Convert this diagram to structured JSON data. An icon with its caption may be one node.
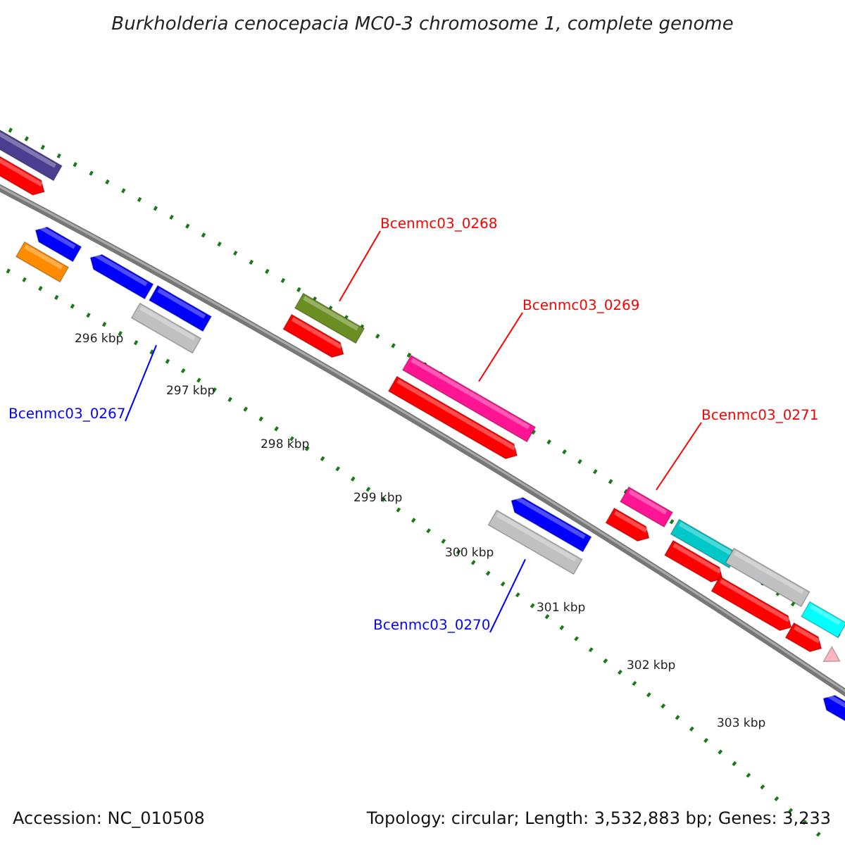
{
  "diagram": {
    "title": "Burkholderia cenocepacia MC0-3 chromosome 1, complete genome",
    "nodes": [
      {
        "text": [
          "Bcenmc03_0268"
        ]
      },
      {
        "text": [],
        "shape": "bar"
      },
      {
        "text": [
          "Bcenmc03_0269"
        ]
      },
      {
        "text": [],
        "shape": "bar"
      },
      {
        "text": [
          "Bcenmc03_0271"
        ]
      },
      {
        "text": [],
        "shape": "bar"
      },
      {
        "text": [
          "Bcenmc03_0267"
        ]
      },
      {
        "text": [],
        "shape": "bar"
      },
      {
        "text": [
          "Bcenmc03_0270"
        ]
      },
      {
        "text": [],
        "shape": "bar"
      },
      {
        "text": [],
        "shape": "bar"
      },
      {
        "text": [],
        "shape": "arrow"
      },
      {
        "text": [],
        "shape": "bar"
      },
      {
        "text": [],
        "shape": "arrow"
      },
      {
        "text": [],
        "shape": "arrow"
      },
      {
        "text": [],
        "shape": "bar"
      },
      {
        "text": [],
        "shape": "arrow"
      },
      {
        "text": [],
        "shape": "arrow"
      },
      {
        "text": [],
        "shape": "arrow"
      },
      {
        "text": [],
        "shape": "arrow"
      },
      {
        "text": [],
        "shape": "arrow"
      },
      {
        "text": [],
        "shape": "bar"
      },
      {
        "text": [],
        "shape": "arrow"
      },
      {
        "text": [],
        "shape": "bar"
      },
      {
        "text": [],
        "shape": "arrow"
      },
      {
        "text": [],
        "shape": "bar"
      },
      {
        "text": [],
        "shape": "triangle"
      },
      {
        "text": [],
        "shape": "arrow"
      }
    ],
    "edges": [
      {
        "from": 0,
        "to": 1,
        "arrow": "none"
      },
      {
        "from": 2,
        "to": 3,
        "arrow": "none"
      },
      {
        "from": 4,
        "to": 5,
        "arrow": "none"
      },
      {
        "from": 6,
        "to": 7,
        "arrow": "none",
        "color": "#0000ff"
      },
      {
        "from": 8,
        "to": 9,
        "arrow": "none",
        "color": "#0000ff"
      }
    ],
    "labels": [
      "296 kbp",
      "297 kbp",
      "298 kbp",
      "299 kbp",
      "300 kbp",
      "301 kbp",
      "302 kbp",
      "303 kbp",
      "Accession: NC_010508",
      "Topology: circular; Length: 3,532,883 bp; Genes: 3,233"
    ]
  }
}
